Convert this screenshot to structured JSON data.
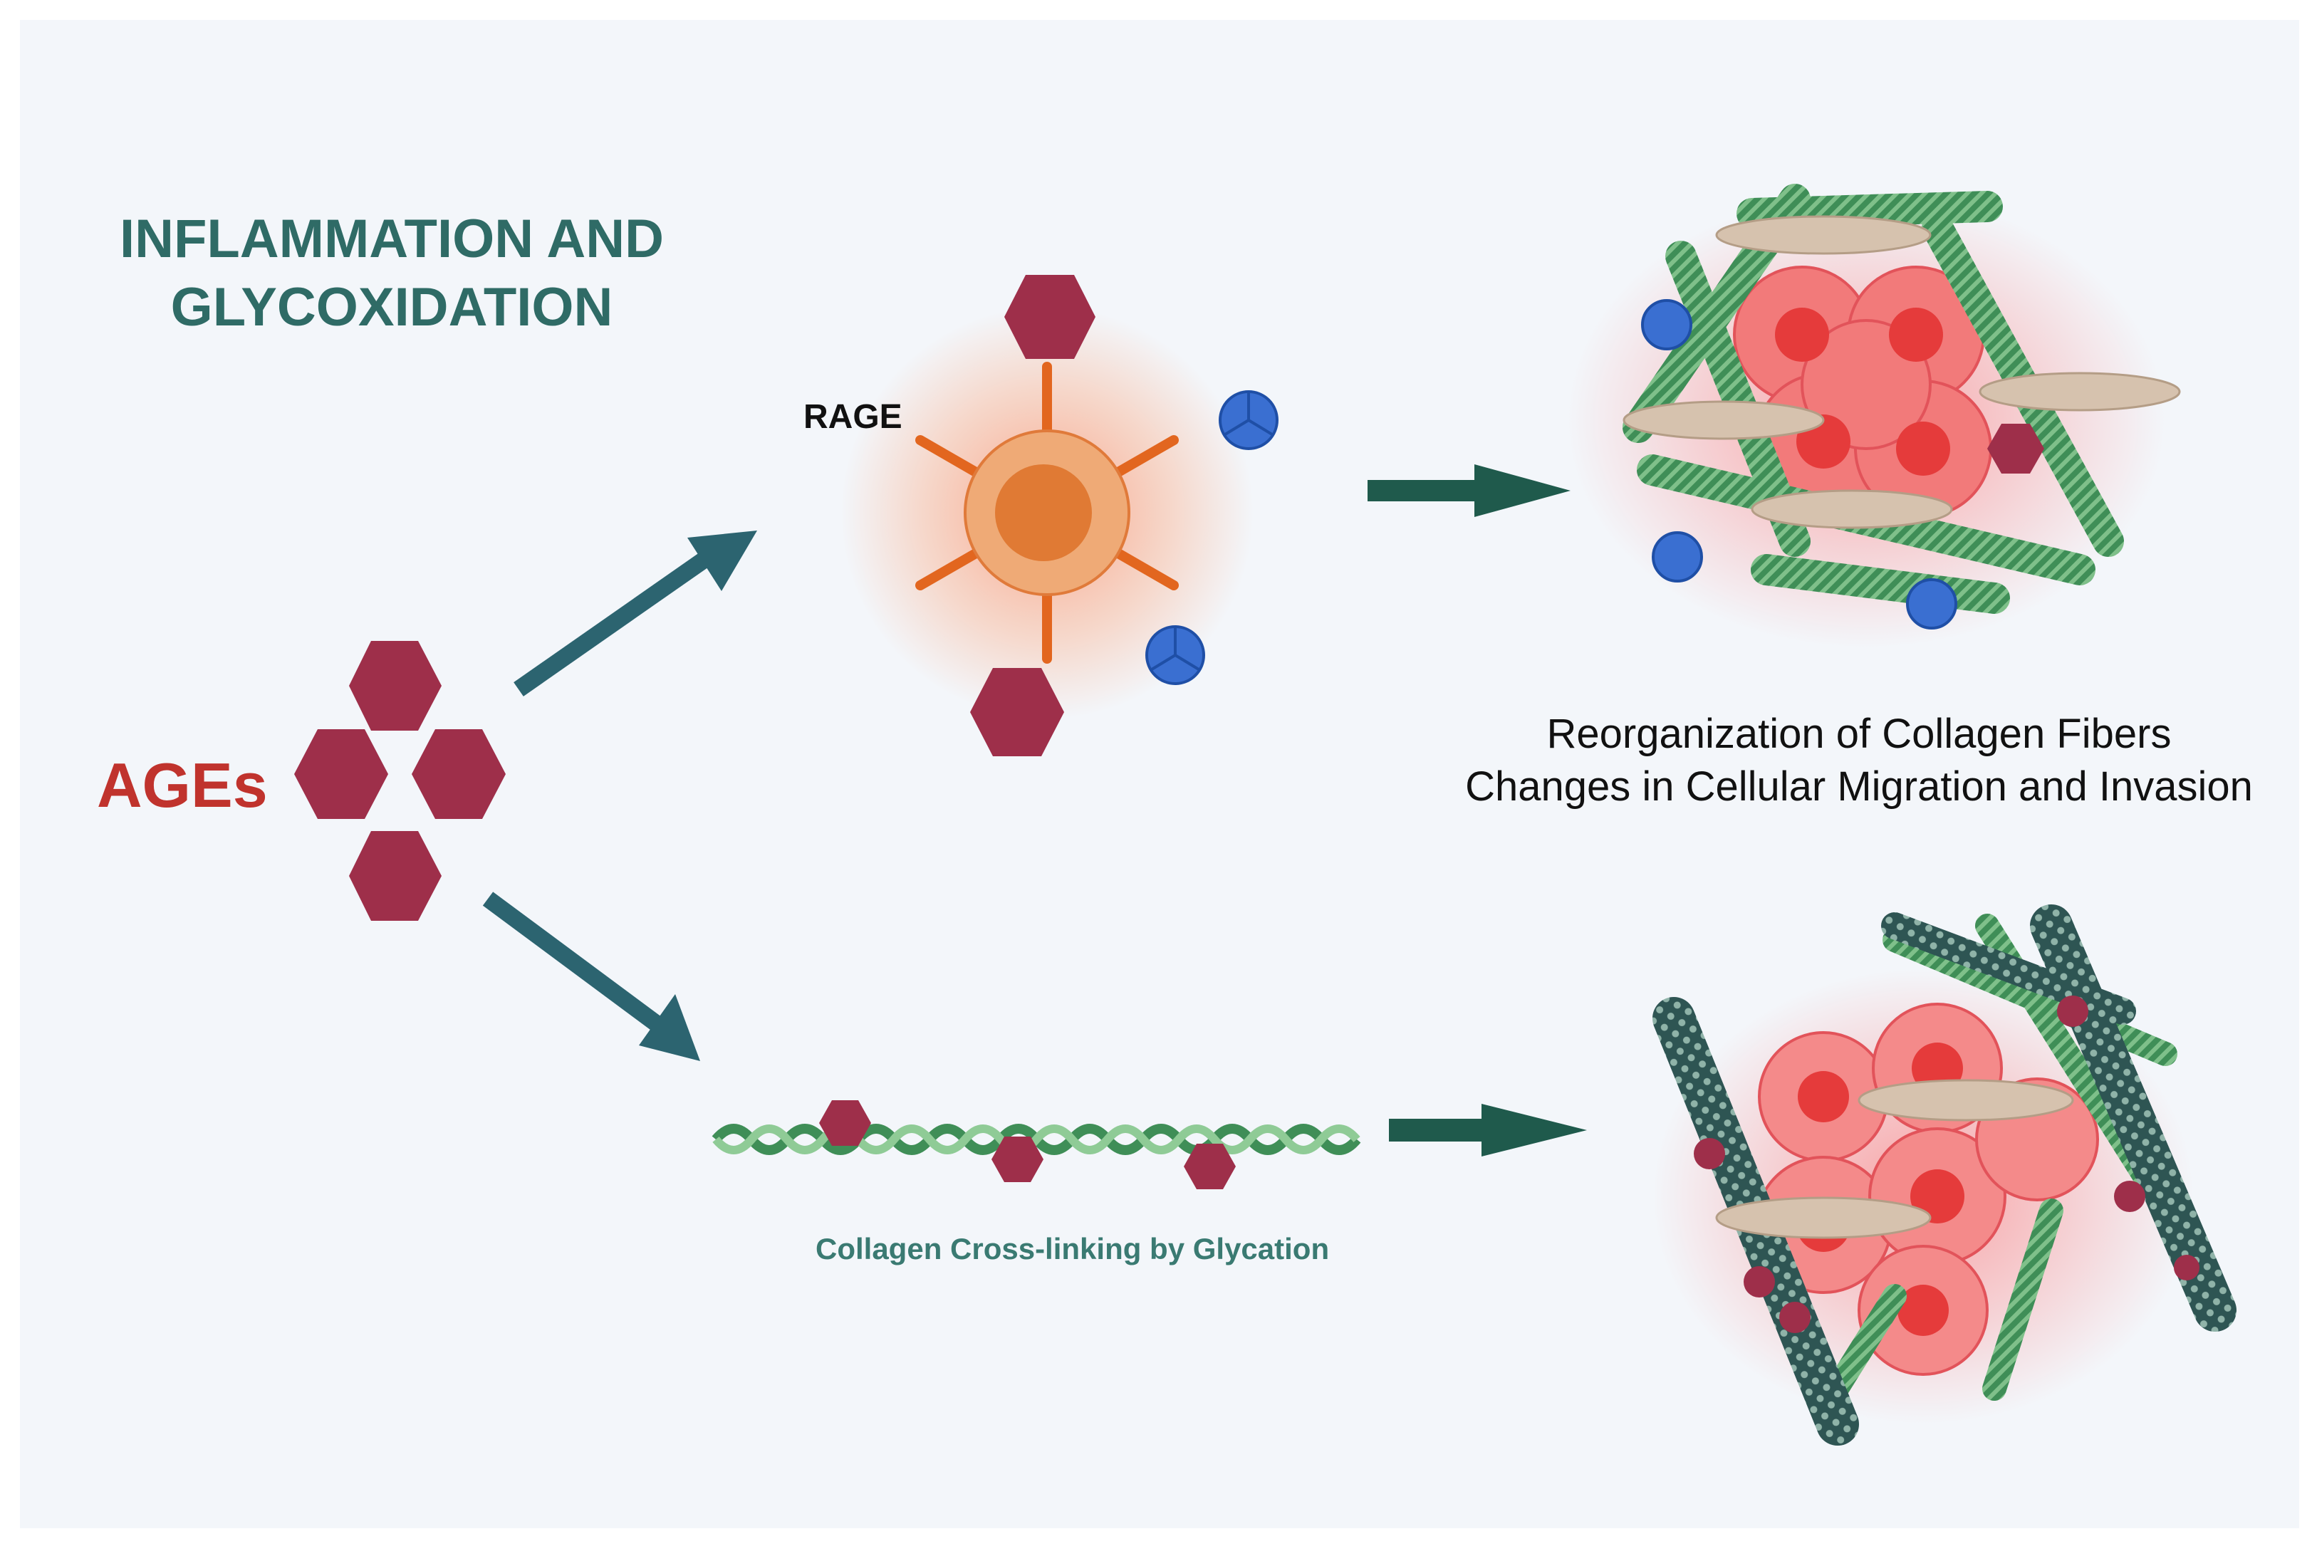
{
  "title": {
    "line1": "INFLAMMATION AND",
    "line2": "GLYCOXIDATION"
  },
  "labels": {
    "ages": "AGEs",
    "rage": "RAGE",
    "outcome_line1": "Reorganization of Collagen Fibers",
    "outcome_line2": "Changes in Cellular Migration and Invasion",
    "crosslinking": "Collagen Cross-linking by Glycation"
  },
  "colors": {
    "background": "#f3f6fa",
    "ages_hexagon": "#9e2f4a",
    "title_teal": "#2f6b66",
    "arrow_teal": "#2c6470",
    "arrow_green": "#1f5a4c",
    "rage_cell": "#ef9a55",
    "receptor_orange": "#e2661f",
    "blue_molecule": "#3a6fd1",
    "collagen_green": "#3f8e57",
    "tumor_red": "#f27a7a",
    "fibroblast_tan": "#d6c2ae",
    "ages_text": "#c0332d"
  }
}
